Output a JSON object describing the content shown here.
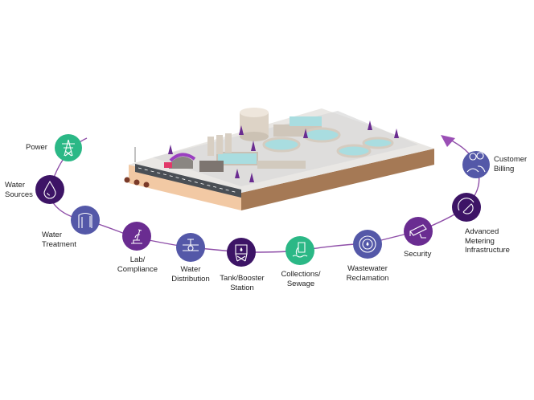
{
  "colors": {
    "green": "#2bb886",
    "dark_purple": "#3d1466",
    "blue_purple": "#5458a8",
    "purple": "#6a2c91",
    "line": "#8e4ea8",
    "arrow": "#9a4fb5"
  },
  "nodes": [
    {
      "id": "power",
      "label": "Power",
      "icon": "power-tower-icon",
      "color": "green"
    },
    {
      "id": "water-sources",
      "label": "Water\nSources",
      "icon": "water-drop-icon",
      "color": "dark_purple"
    },
    {
      "id": "water-treatment",
      "label": "Water\nTreatment",
      "icon": "treatment-tank-icon",
      "color": "blue_purple"
    },
    {
      "id": "lab-compliance",
      "label": "Lab/\nCompliance",
      "icon": "microscope-icon",
      "color": "purple"
    },
    {
      "id": "water-distribution",
      "label": "Water\nDistribution",
      "icon": "pipe-valve-icon",
      "color": "blue_purple"
    },
    {
      "id": "tank-booster",
      "label": "Tank/Booster\nStation",
      "icon": "water-tower-icon",
      "color": "dark_purple"
    },
    {
      "id": "collections-sewage",
      "label": "Collections/\nSewage",
      "icon": "sewage-outfall-icon",
      "color": "green"
    },
    {
      "id": "wastewater-reclamation",
      "label": "Wastewater\nReclamation",
      "icon": "clarifier-icon",
      "color": "blue_purple"
    },
    {
      "id": "security",
      "label": "Security",
      "icon": "security-camera-icon",
      "color": "purple"
    },
    {
      "id": "ami",
      "label": "Advanced\nMetering\nInfrastructure",
      "icon": "meter-gauge-icon",
      "color": "dark_purple"
    },
    {
      "id": "customer-billing",
      "label": "Customer\nBilling",
      "icon": "customers-icon",
      "color": "blue_purple"
    }
  ]
}
